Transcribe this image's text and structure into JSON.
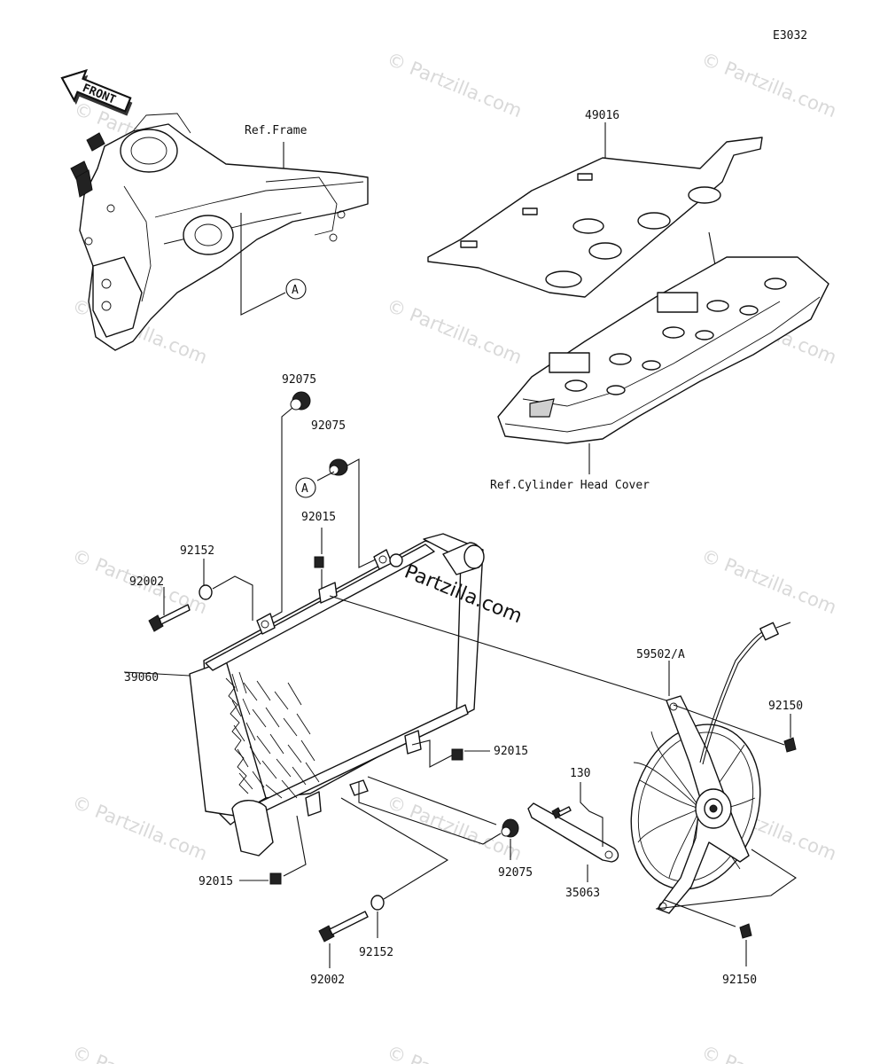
{
  "diagram_code": "E3032",
  "front_arrow": "FRONT",
  "watermark": "© Partzilla.com",
  "center_watermark": "Partzilla.com",
  "callout_ref_a": "A",
  "labels": {
    "ref_frame": "Ref.Frame",
    "ref_cyl_head_cover": "Ref.Cylinder Head Cover",
    "p49016": "49016",
    "p92075_a": "92075",
    "p92075_b": "92075",
    "p92075_c": "92075",
    "p92015_a": "92015",
    "p92015_b": "92015",
    "p92015_c": "92015",
    "p92152_a": "92152",
    "p92152_b": "92152",
    "p92002_a": "92002",
    "p92002_b": "92002",
    "p39060": "39060",
    "p59502": "59502/A",
    "p92150_a": "92150",
    "p92150_b": "92150",
    "p130": "130",
    "p35063": "35063"
  }
}
